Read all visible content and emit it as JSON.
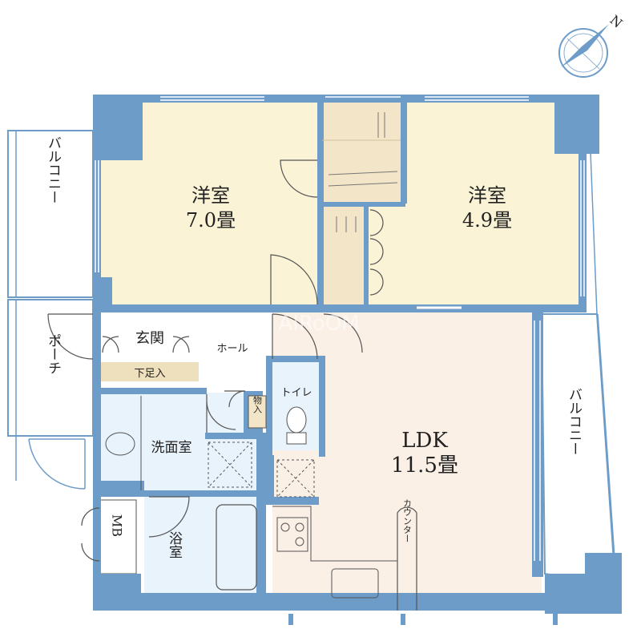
{
  "watermark": "AIRoOM",
  "compass": {
    "north_letter": "N"
  },
  "colors": {
    "wall": "#6d9cc9",
    "western_room": "#faf3d6",
    "ldk": "#fbf0e6",
    "wet_area": "#e9f3fb",
    "storage": "#f3e6c8",
    "genkan_shoe": "#efe0bd",
    "outside": "#ffffff",
    "line": "#555555"
  },
  "rooms": {
    "western_left": {
      "name": "洋室",
      "size": "7.0畳"
    },
    "western_right": {
      "name": "洋室",
      "size": "4.9畳"
    },
    "ldk": {
      "name": "LDK",
      "size": "11.5畳"
    },
    "genkan": "玄関",
    "shoe_storage": "下足入",
    "hall": "ホール",
    "toilet": "トイレ",
    "storage_small": "物入",
    "washroom": "洗面室",
    "bath": "浴室",
    "meter_box": "MB",
    "counter": "カウンター",
    "balcony_left": "バルコニー",
    "porch": "ポーチ",
    "balcony_right": "バルコニー"
  }
}
